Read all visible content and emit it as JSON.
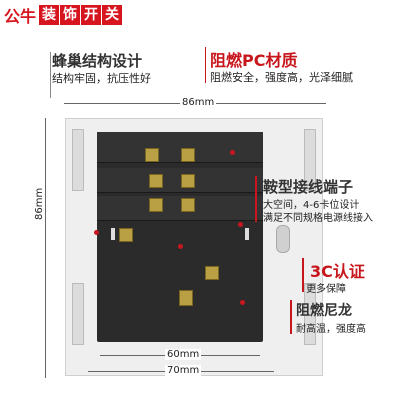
{
  "brand": {
    "name_part1": "公牛",
    "name_part2": "装",
    "name_part3": "饰",
    "name_part4": "开",
    "name_part5": "关"
  },
  "callouts": {
    "honeycomb_title": "蜂巢结构设计",
    "honeycomb_sub": "结构牢固，抗压性好",
    "pc_title": "阻燃PC材质",
    "pc_sub": "阻燃安全，强度高，光泽细腻",
    "terminal_title": "鞍型接线端子",
    "terminal_sub1": "大空间，4-6卡位设计",
    "terminal_sub2": "满足不同规格电源线接入",
    "cert_title": "3C认证",
    "cert_sub": "更多保障",
    "nylon_title": "阻燃尼龙",
    "nylon_sub": "耐高温，强度高"
  },
  "dimensions": {
    "top_width": "86mm",
    "side_height": "86mm",
    "bottom_inner": "60mm",
    "bottom_outer": "70mm"
  },
  "colors": {
    "accent_red": "#c8161d",
    "brand_red": "#d6151f",
    "panel_white": "#f2f2f2",
    "body_dark": "#2b2b2b"
  }
}
